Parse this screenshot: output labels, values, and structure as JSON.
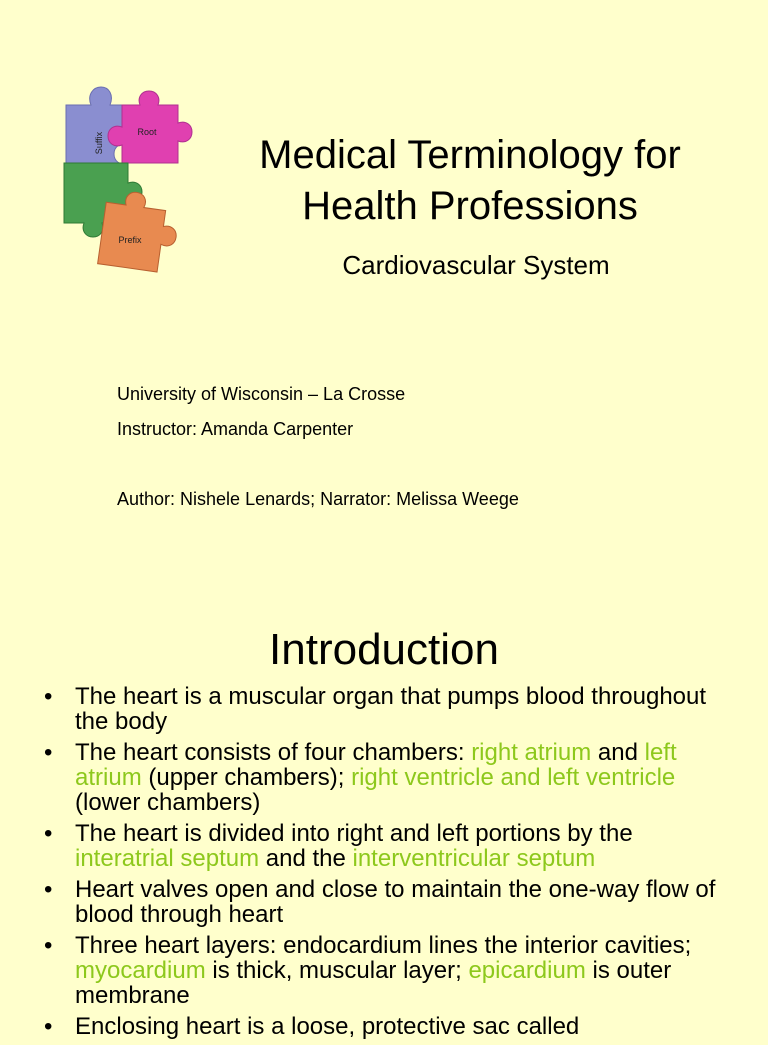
{
  "slide1": {
    "logo": {
      "pieces": [
        "Suffix",
        "Root",
        "Prefix"
      ],
      "colors": {
        "suffix": "#8a8ed0",
        "root": "#e040b0",
        "green": "#4aa050",
        "prefix": "#e88a50"
      }
    },
    "title_line1": "Medical Terminology for",
    "title_line2": "Health Professions",
    "subtitle": "Cardiovascular System",
    "university": "University of Wisconsin – La Crosse",
    "instructor": "Instructor: Amanda Carpenter",
    "credits": "Author: Nishele Lenards; Narrator: Melissa Weege"
  },
  "slide2": {
    "heading": "Introduction",
    "highlight_color": "#8dc81c",
    "bullets": [
      {
        "segments": [
          {
            "t": "The heart is a muscular organ that pumps blood throughout the body"
          }
        ]
      },
      {
        "segments": [
          {
            "t": "The heart consists of four chambers: "
          },
          {
            "t": "right atrium",
            "hl": true
          },
          {
            "t": " and "
          },
          {
            "t": "left atrium",
            "hl": true
          },
          {
            "t": " (upper chambers); "
          },
          {
            "t": "right ventricle and left ventricle",
            "hl": true
          },
          {
            "t": " (lower chambers)"
          }
        ]
      },
      {
        "segments": [
          {
            "t": "The heart is divided into right and left portions by the "
          },
          {
            "t": "interatrial septum",
            "hl": true
          },
          {
            "t": " and the "
          },
          {
            "t": "interventricular septum",
            "hl": true
          }
        ]
      },
      {
        "segments": [
          {
            "t": "Heart valves open and close to maintain the one-way flow of blood through heart"
          }
        ]
      },
      {
        "segments": [
          {
            "t": "Three heart layers: endocardium lines the interior cavities; "
          },
          {
            "t": "myocardium",
            "hl": true
          },
          {
            "t": " is thick, muscular layer; "
          },
          {
            "t": "epicardium",
            "hl": true
          },
          {
            "t": " is outer membrane"
          }
        ]
      },
      {
        "segments": [
          {
            "t": "Enclosing heart is a loose, protective sac called"
          }
        ]
      }
    ]
  }
}
